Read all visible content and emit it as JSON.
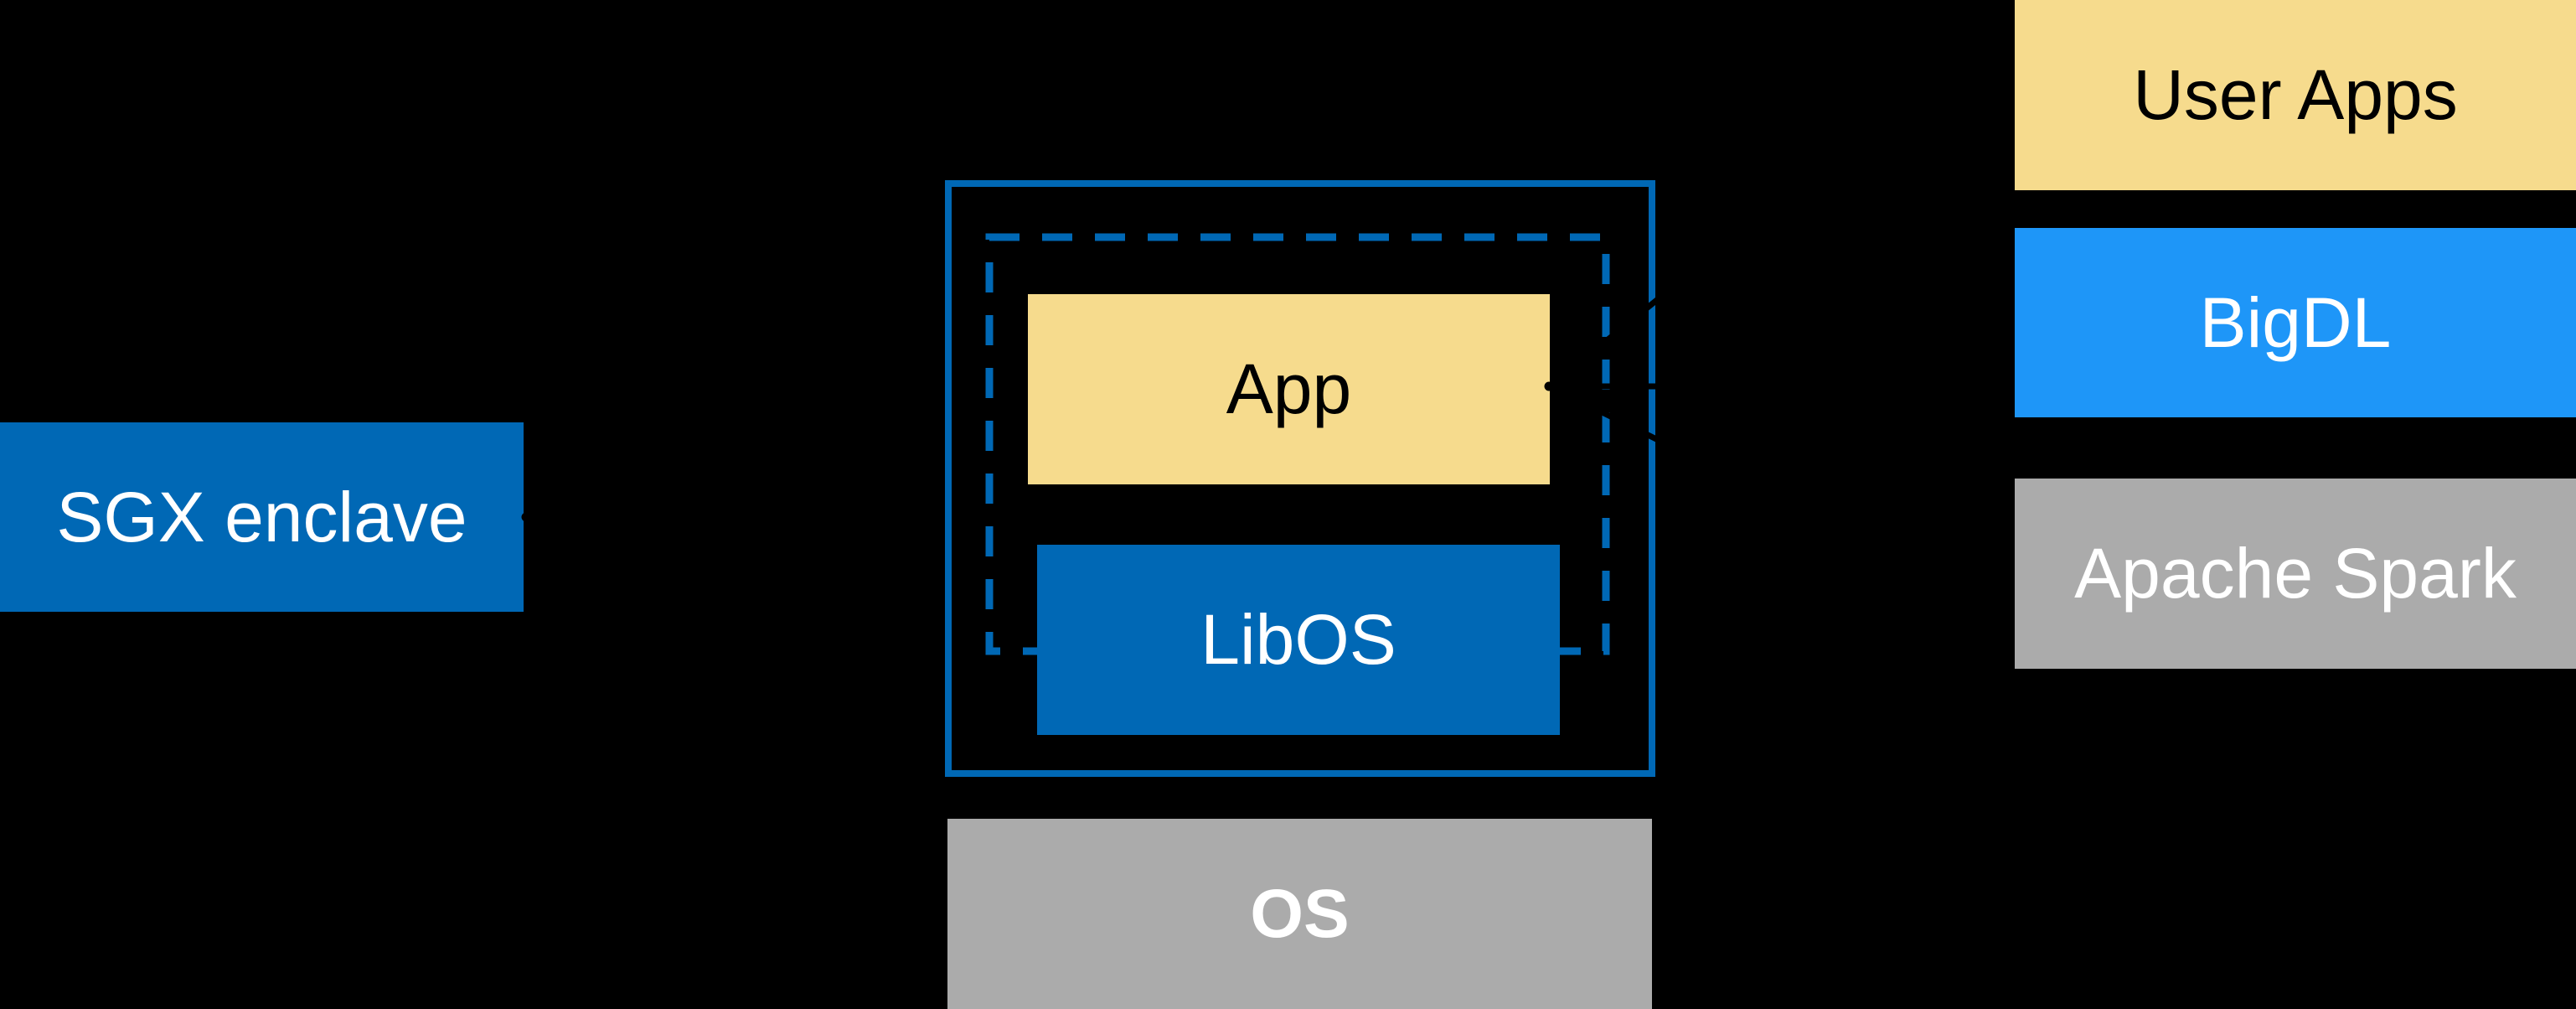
{
  "colors": {
    "background": "#000000",
    "intel_blue": "#0068B5",
    "bigdl_blue": "#1E96F8",
    "yellow": "#F6DB8D",
    "gray": "#ABABAB",
    "arrow_black": "#000000",
    "text_white": "#FFFFFF",
    "text_black": "#000000"
  },
  "nodes": {
    "sgx": {
      "label": "SGX enclave"
    },
    "app": {
      "label": "App"
    },
    "libos": {
      "label": "LibOS"
    },
    "os": {
      "label": "OS"
    },
    "user_apps": {
      "label": "User Apps"
    },
    "bigdl": {
      "label": "BigDL"
    },
    "apache_spark": {
      "label": "Apache Spark"
    }
  },
  "arrows": [
    {
      "from": "enclave-process-box",
      "to": "sgx-enclave-box"
    },
    {
      "from": "software-stack",
      "to": "app-box"
    }
  ]
}
